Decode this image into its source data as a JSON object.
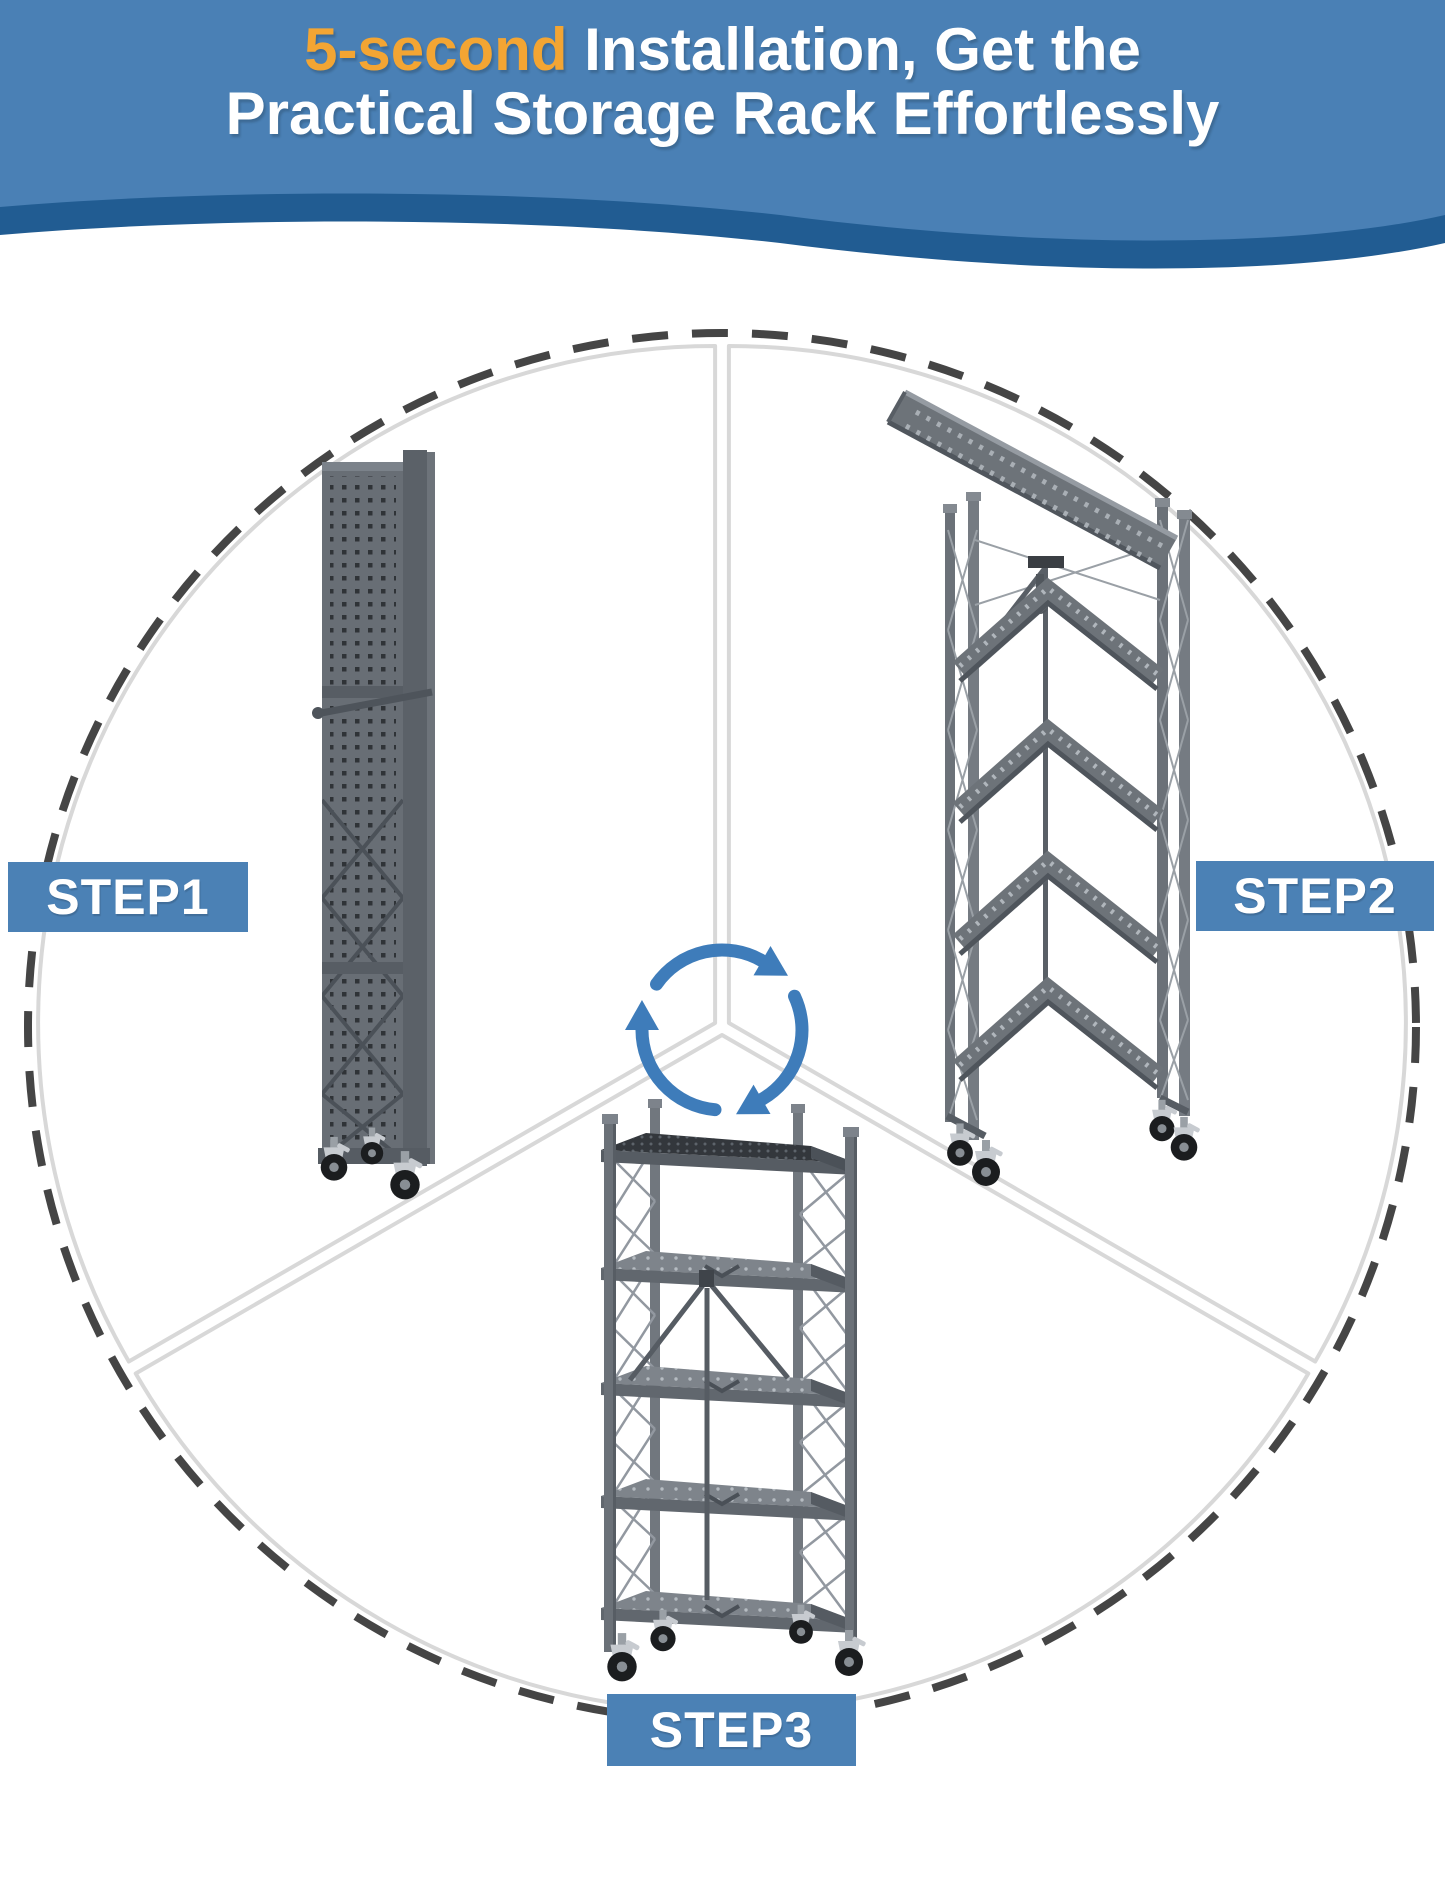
{
  "page": {
    "background": "#ffffff"
  },
  "header": {
    "title": {
      "highlight": "5-second",
      "line1_rest": " Installation, Get the",
      "line2": "Practical Storage Rack Effortlessly"
    },
    "colors": {
      "banner_blue": "#4a80b5",
      "wave_dark_blue": "#215c92",
      "highlight_orange": "#f3a533",
      "title_white": "#ffffff"
    }
  },
  "process_diagram": {
    "type": "cycle",
    "center_icon": "cycle-arrows-icon",
    "steps": [
      {
        "label": "STEP1",
        "illustration": "folded-flat-storage-rack"
      },
      {
        "label": "STEP2",
        "illustration": "half-unfolded-storage-rack"
      },
      {
        "label": "STEP3",
        "illustration": "assembled-5-tier-storage-rack"
      }
    ],
    "colors": {
      "step_label_background": "#4b81b5",
      "step_label_text": "#ffffff",
      "cycle_arrows_blue": "#3e7cba",
      "dashed_circle_gray": "#454545",
      "sector_outline_gray": "#d8d8d8",
      "rack_metal_gray": "#6b7178"
    }
  }
}
